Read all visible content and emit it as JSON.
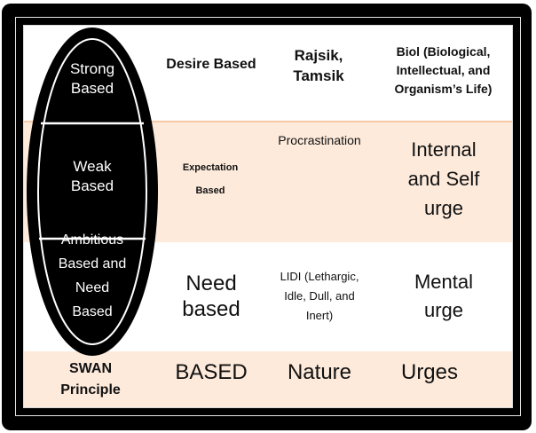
{
  "diagram": {
    "title": "SWAN Principle",
    "colors": {
      "frame": "#000000",
      "row_peach": "#fdeadb",
      "row_white": "#ffffff",
      "row_divider": "#f7c8a6",
      "ellipse_fill": "#000000",
      "ellipse_text": "#ffffff"
    },
    "ellipse": {
      "segments": [
        {
          "label": "Strong\nBased",
          "lines": [
            "Strong",
            "Based"
          ]
        },
        {
          "label": "Weak\nBased",
          "lines": [
            "Weak",
            "Based"
          ]
        },
        {
          "label": "Ambitious Based and Need Based",
          "lines": [
            "Ambitious",
            "Based and",
            "Need",
            "Based"
          ]
        }
      ]
    },
    "rows": [
      {
        "based": [
          "Desire Based"
        ],
        "nature": [
          "Rajsik,",
          "Tamsik"
        ],
        "urges": [
          "Biol (Biological,",
          "Intellectual, and",
          "Organism’s Life)"
        ]
      },
      {
        "based": [
          "Expectation",
          "Based"
        ],
        "nature": [
          "Procrastination"
        ],
        "urges": [
          "Internal",
          "and Self",
          "urge"
        ]
      },
      {
        "based": [
          "Need",
          "based"
        ],
        "nature": [
          "LIDI (Lethargic,",
          "Idle, Dull, and",
          "Inert)"
        ],
        "urges": [
          "Mental",
          "urge"
        ]
      }
    ],
    "footer": {
      "principle": [
        "SWAN",
        "Principle"
      ],
      "based": "BASED",
      "nature": "Nature",
      "urges": "Urges"
    }
  }
}
